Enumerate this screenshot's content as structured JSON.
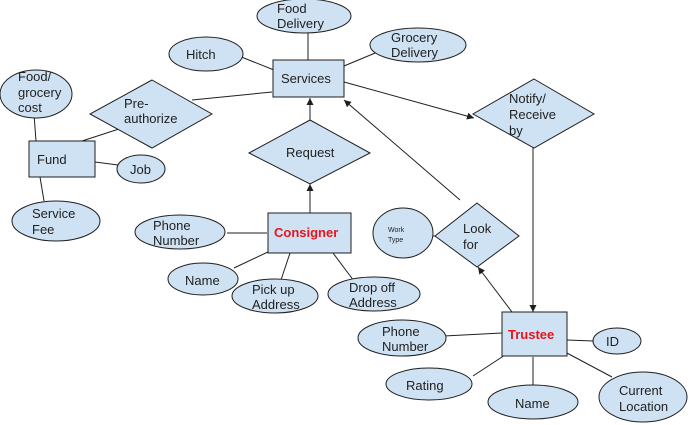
{
  "colors": {
    "shape_fill": "#cfe2f3",
    "stroke": "#1f1f1f",
    "entity_highlight": "#e8141b"
  },
  "entities": {
    "services": "Services",
    "fund": "Fund",
    "consigner": "Consigner",
    "trustee": "Trustee"
  },
  "relationships": {
    "pre_authorize": [
      "Pre-",
      "authorize"
    ],
    "request": "Request",
    "notify_receive": [
      "Notify/",
      "Receive",
      "by"
    ],
    "look_for": [
      "Look",
      "for"
    ]
  },
  "attributes": {
    "food_delivery": [
      "Food",
      "Delivery"
    ],
    "hitch": "Hitch",
    "grocery_delivery": [
      "Grocery",
      "Delivery"
    ],
    "food_grocery_cost": [
      "Food/",
      "grocery",
      "cost"
    ],
    "job": "Job",
    "service_fee": [
      "Service",
      "Fee"
    ],
    "consigner_phone": [
      "Phone",
      "Number"
    ],
    "consigner_name": "Name",
    "pick_up_address": [
      "Pick up",
      "Address"
    ],
    "drop_off_address": [
      "Drop off",
      "Address"
    ],
    "work_type": [
      "Work",
      "Type"
    ],
    "trustee_phone": [
      "Phone",
      "Number"
    ],
    "trustee_id": "ID",
    "rating": "Rating",
    "trustee_name": "Name",
    "current_location": [
      "Current",
      "Location"
    ]
  }
}
